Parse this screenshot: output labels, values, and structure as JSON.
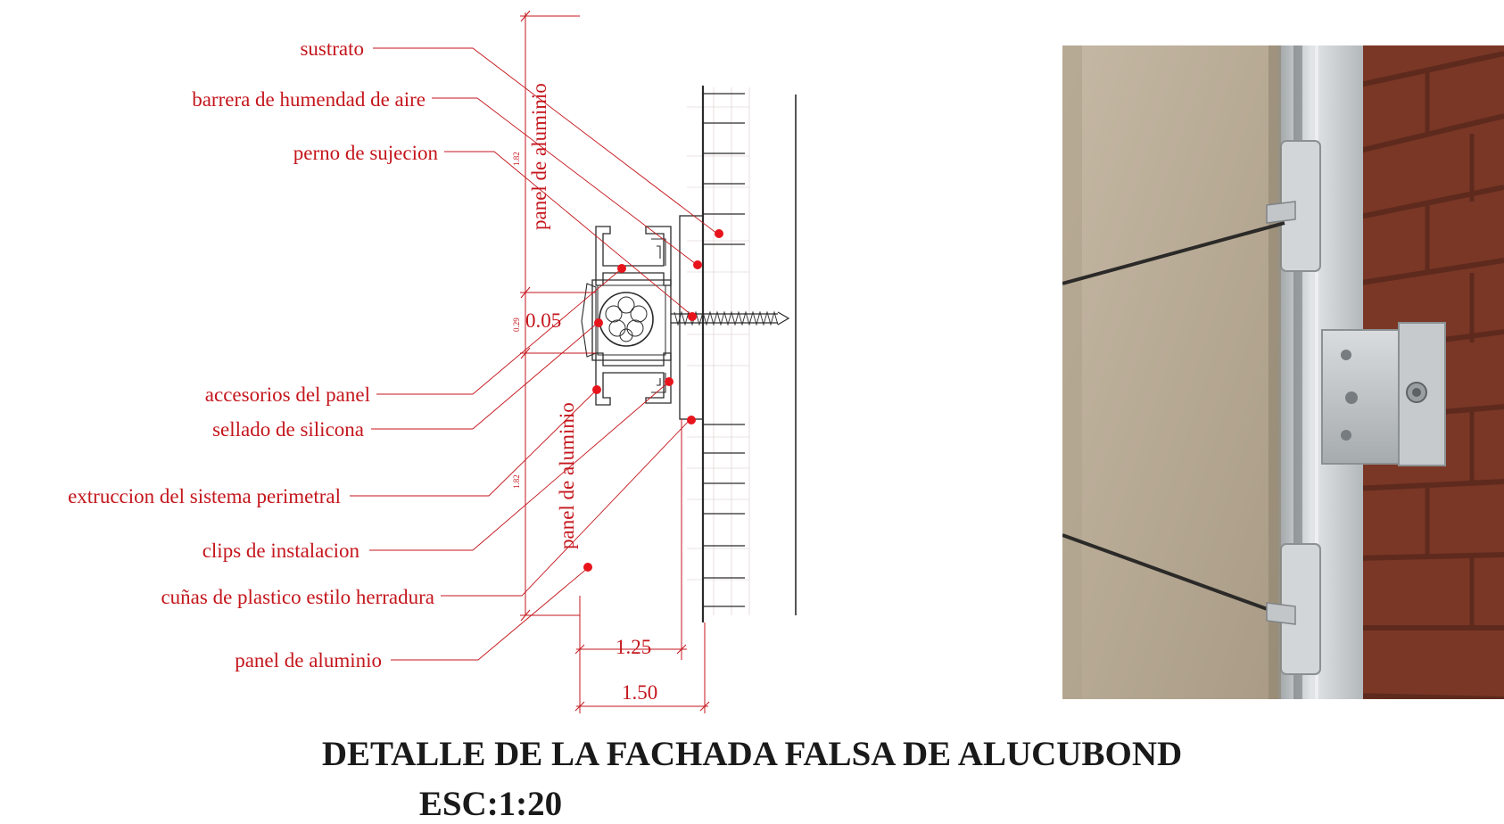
{
  "callouts": {
    "sustrato": "sustrato",
    "barrera": "barrera de humendad de aire",
    "perno": "perno de sujecion",
    "accesorios": "accesorios del panel",
    "sellado": "sellado de silicona",
    "extruccion": "extruccion del sistema perimetral",
    "clips": "clips de instalacion",
    "cunas": "cuñas de plastico estilo herradura",
    "panel": "panel de aluminio"
  },
  "vertical_labels": {
    "upper": "panel de aluminio",
    "lower": "panel de aluminio"
  },
  "dimensions": {
    "joint": "0.05",
    "width_inner": "1.25",
    "width_outer": "1.50",
    "small_upper": "1.82",
    "small_mid": "0.29",
    "small_lower": "1.82"
  },
  "title": {
    "main": "DETALLE DE LA FACHADA FALSA DE ALUCUBOND",
    "scale": "ESC:1:20"
  },
  "colors": {
    "annotation": "#c4161c",
    "marker": "#e8141c",
    "panel": "#b9ac97",
    "brick": "#8a3f2a",
    "rail": "#c9cdd0"
  }
}
